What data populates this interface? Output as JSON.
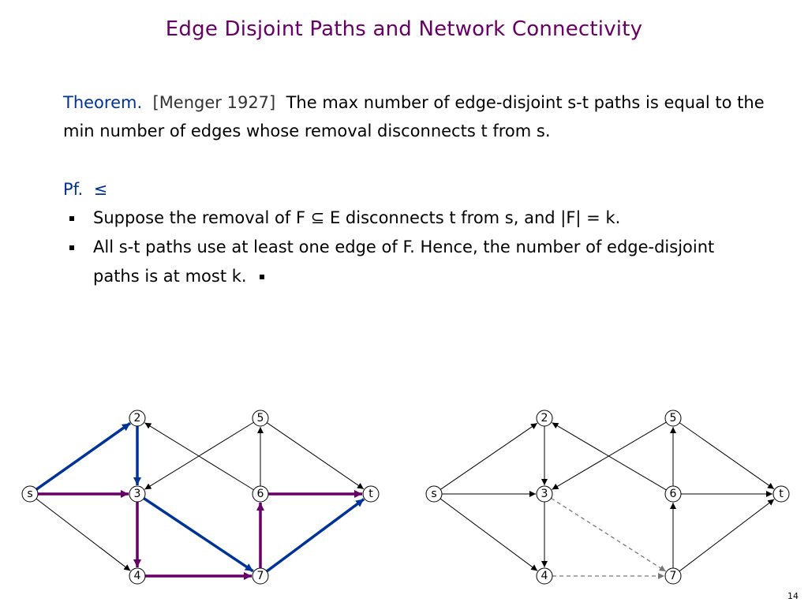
{
  "slide": {
    "title": "Edge Disjoint Paths and Network Connectivity",
    "page_number": "14"
  },
  "theorem": {
    "label": "Theorem.",
    "citation": "[Menger 1927]",
    "text": "The max number of edge-disjoint s-t paths is equal to the min number of edges whose removal disconnects t from s."
  },
  "proof": {
    "label": "Pf.",
    "symbol": "≤",
    "bullets": [
      "Suppose the removal of F ⊆ E disconnects t from s, and |F| = k.",
      "All s-t paths use at least one edge of F. Hence, the number of edge-disjoint paths is at most k."
    ]
  },
  "colors": {
    "title": "#660066",
    "accent_blue": "#003399",
    "path_blue": "#003399",
    "path_purple": "#660066",
    "removed_edge": "#777777"
  },
  "graphs": {
    "left": {
      "nodes": [
        {
          "id": "s",
          "label": "s"
        },
        {
          "id": "2",
          "label": "2"
        },
        {
          "id": "3",
          "label": "3"
        },
        {
          "id": "4",
          "label": "4"
        },
        {
          "id": "5",
          "label": "5"
        },
        {
          "id": "6",
          "label": "6"
        },
        {
          "id": "7",
          "label": "7"
        },
        {
          "id": "t",
          "label": "t"
        }
      ],
      "edges": [
        {
          "from": "s",
          "to": "2",
          "style": "blue"
        },
        {
          "from": "2",
          "to": "3",
          "style": "blue"
        },
        {
          "from": "3",
          "to": "7",
          "style": "blue"
        },
        {
          "from": "7",
          "to": "t",
          "style": "blue"
        },
        {
          "from": "s",
          "to": "3",
          "style": "purple"
        },
        {
          "from": "3",
          "to": "4",
          "style": "purple"
        },
        {
          "from": "4",
          "to": "7",
          "style": "purple"
        },
        {
          "from": "7",
          "to": "6",
          "style": "purple"
        },
        {
          "from": "6",
          "to": "t",
          "style": "purple"
        },
        {
          "from": "s",
          "to": "4",
          "style": "normal"
        },
        {
          "from": "5",
          "to": "3",
          "style": "normal"
        },
        {
          "from": "6",
          "to": "2",
          "style": "normal"
        },
        {
          "from": "6",
          "to": "5",
          "style": "normal"
        },
        {
          "from": "5",
          "to": "t",
          "style": "normal"
        }
      ]
    },
    "right": {
      "nodes": [
        {
          "id": "s",
          "label": "s"
        },
        {
          "id": "2",
          "label": "2"
        },
        {
          "id": "3",
          "label": "3"
        },
        {
          "id": "4",
          "label": "4"
        },
        {
          "id": "5",
          "label": "5"
        },
        {
          "id": "6",
          "label": "6"
        },
        {
          "id": "7",
          "label": "7"
        },
        {
          "id": "t",
          "label": "t"
        }
      ],
      "edges": [
        {
          "from": "s",
          "to": "2",
          "style": "normal"
        },
        {
          "from": "s",
          "to": "3",
          "style": "normal"
        },
        {
          "from": "s",
          "to": "4",
          "style": "normal"
        },
        {
          "from": "2",
          "to": "3",
          "style": "normal"
        },
        {
          "from": "3",
          "to": "4",
          "style": "normal"
        },
        {
          "from": "5",
          "to": "3",
          "style": "normal"
        },
        {
          "from": "6",
          "to": "2",
          "style": "normal"
        },
        {
          "from": "6",
          "to": "5",
          "style": "normal"
        },
        {
          "from": "5",
          "to": "t",
          "style": "normal"
        },
        {
          "from": "6",
          "to": "t",
          "style": "normal"
        },
        {
          "from": "7",
          "to": "6",
          "style": "normal"
        },
        {
          "from": "7",
          "to": "t",
          "style": "normal"
        },
        {
          "from": "3",
          "to": "7",
          "style": "dashed"
        },
        {
          "from": "4",
          "to": "7",
          "style": "dashed"
        }
      ]
    }
  }
}
